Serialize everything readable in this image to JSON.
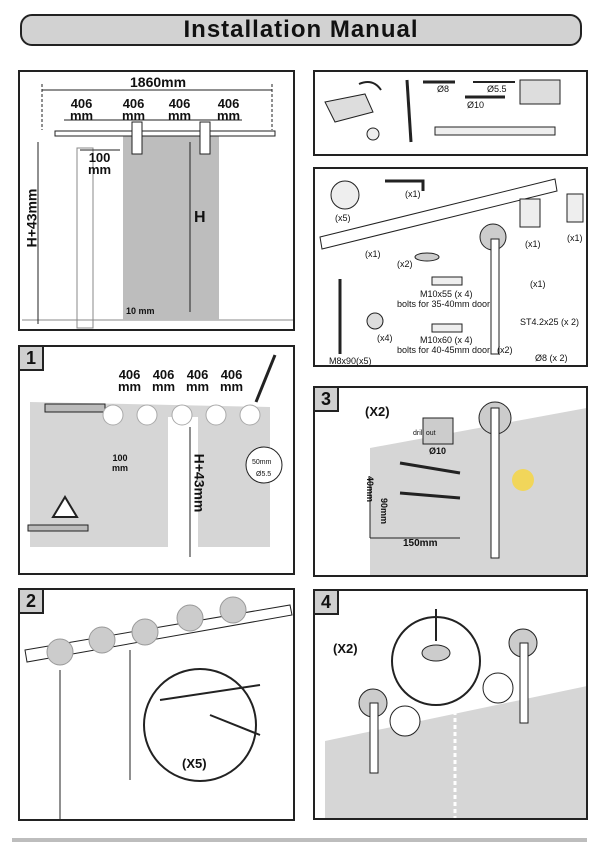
{
  "header": {
    "title": "Installation Manual"
  },
  "overview": {
    "total_width": "1860mm",
    "spacings": [
      "406\nmm",
      "406\nmm",
      "406\nmm",
      "406\nmm"
    ],
    "offset": "100\nmm",
    "height_label": "H+43mm",
    "door_height": "H",
    "gap": "10 mm"
  },
  "tools": {
    "drill_8": "Ø8",
    "drill_55": "Ø5.5",
    "drill_10": "Ø10"
  },
  "parts": {
    "stopper_qty": "(x5)",
    "allen_qty": "(x1)",
    "rail_qty": "(x1)",
    "bracket_qty": "(x1)",
    "bracket2_qty": "(x1)",
    "wheel_qty": "(x2)",
    "floor_guide_qty": "(x1)",
    "cap_qty": "(x4)",
    "lag_bolt": "M8x90(x5)",
    "bolt_55": "M10x55 (x 4)",
    "bolt_55_note": "bolts  for 35-40mm door",
    "bolt_60": "M10x60 (x 4)",
    "bolt_60_note": "bolts  for 40-45mm door",
    "hanger_qty": "(x2)",
    "screw": "ST4.2x25 (x 2)",
    "anchor": "Ø8 (x 2)"
  },
  "step1": {
    "number": "1",
    "spacings": [
      "406\nmm",
      "406\nmm",
      "406\nmm",
      "406\nmm"
    ],
    "offset": "100\nmm",
    "height_label": "H+43mm",
    "depth": "50mm",
    "drill": "Ø5.5"
  },
  "step2": {
    "number": "2",
    "qty": "(X5)"
  },
  "step3": {
    "number": "3",
    "qty": "(X2)",
    "drill_out": "drill out",
    "drill": "Ø10",
    "v40": "40mm",
    "v90": "90mm",
    "h150": "150mm"
  },
  "step4": {
    "number": "4",
    "qty": "(X2)"
  }
}
